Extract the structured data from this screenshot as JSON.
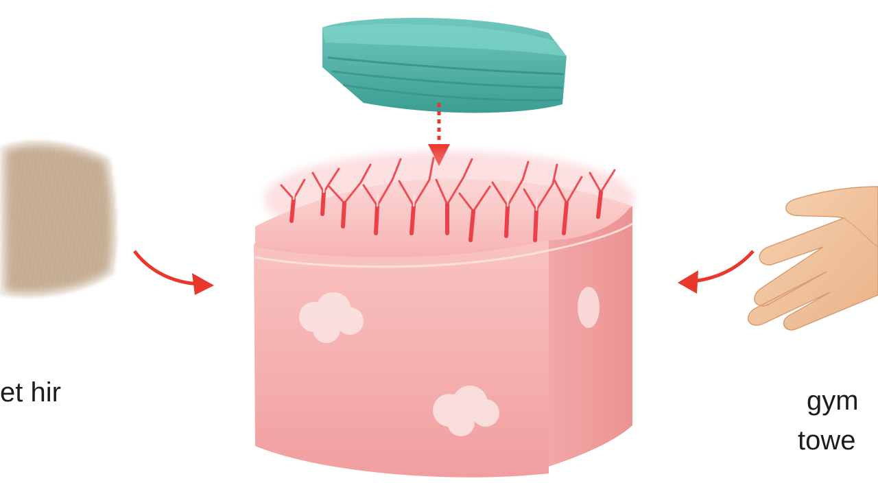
{
  "labels": {
    "left": "et hir",
    "right_line1": "gym",
    "right_line2": "towe"
  },
  "colors": {
    "background": "#ffffff",
    "arrow": "#e8372b",
    "skin_top": "#f6b5b3",
    "skin_body": "#f4a9a8",
    "vessel": "#ec4048",
    "towel": "#4fb3a6",
    "hand": "#f1c29b",
    "hair": "#b89a7a"
  },
  "icons": {
    "towel": "folded-towel-icon",
    "hair": "hair-patch-icon",
    "hand": "open-hand-icon",
    "skin": "skin-block-icon"
  }
}
